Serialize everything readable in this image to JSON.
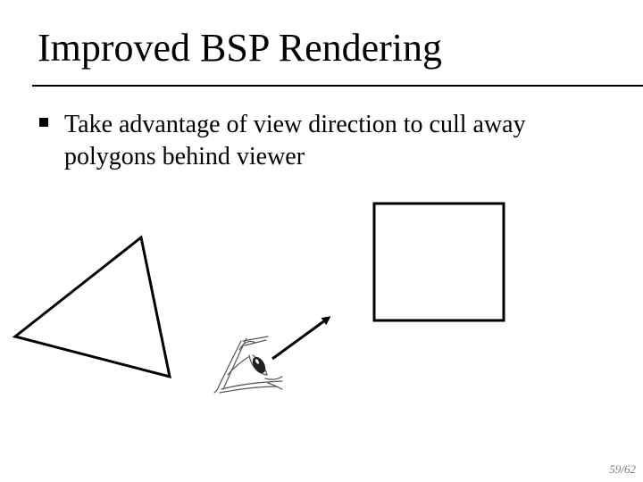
{
  "slide": {
    "title": "Improved BSP Rendering",
    "bullets": [
      {
        "text": "Take advantage of view direction to cull away polygons behind viewer"
      }
    ],
    "page_number": "59/62"
  },
  "figure": {
    "shapes": [
      "triangle-polygon",
      "square-polygon"
    ],
    "view_direction_arrow": true,
    "viewer_icon": "eye-icon"
  }
}
